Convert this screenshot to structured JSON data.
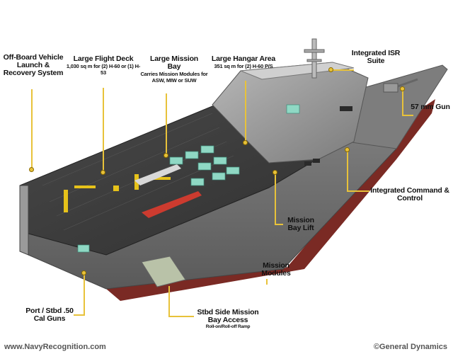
{
  "labels": {
    "offboard": {
      "title": "Off-Board Vehicle Launch & Recovery System"
    },
    "flightdeck": {
      "title": "Large Flight Deck",
      "sub": "1,030 sq m for (2) H-60 or (1) H-53"
    },
    "missionbay": {
      "title": "Large Mission Bay",
      "sub": "Carries Mission Modules for ASW, MIW or SUW"
    },
    "hangar": {
      "title": "Large Hangar Area",
      "sub": "351 sq m for (2) H-60 P/S"
    },
    "isr": {
      "title": "Integrated ISR Suite"
    },
    "gun": {
      "title": "57 mm Gun"
    },
    "icc": {
      "title": "Integrated Command & Control"
    },
    "lift": {
      "title": "Mission Bay Lift"
    },
    "modules": {
      "title": "Mission Modules"
    },
    "calguns": {
      "title": "Port / Stbd .50 Cal Guns"
    },
    "stbd": {
      "title": "Stbd Side Mission Bay Access",
      "sub": "Roll-on/Roll-off Ramp"
    }
  },
  "footer": {
    "left": "www.NavyRecognition.com",
    "right": "©General Dynamics"
  },
  "colors": {
    "leader": "#e8c23a",
    "hull": "#6e6e6e",
    "deck": "#3c3c3c",
    "container": "#8fd8c4"
  }
}
